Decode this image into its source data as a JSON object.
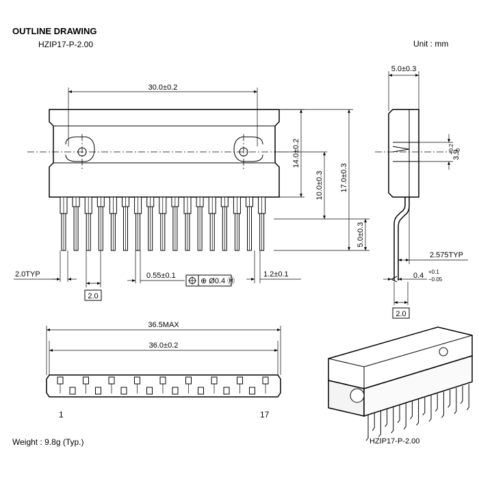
{
  "header": {
    "title": "OUTLINE  DRAWING",
    "package": "HZIP17-P-2.00",
    "unit": "Unit  :  mm"
  },
  "dimensions": {
    "body_width": "30.0±0.2",
    "height_14": "14.0±0.2",
    "height_10": "10.0±0.3",
    "height_17": "17.0±0.3",
    "lead_5": "5.0±0.3",
    "pitch_typ": "2.0TYP",
    "pitch_box": "2.0",
    "lead_width": "0.55±0.1",
    "tolerance_frame": "⊕ Ø0.4 Ⓜ",
    "edge_1_2": "1.2±0.1",
    "side_width": "5.0±0.3",
    "hole_3_9": "3.9",
    "hole_3_9_tol_top": "+0.2",
    "hole_3_9_tol_bot": "−0",
    "lead_offset": "2.575TYP",
    "lead_thickness": "0.4",
    "lead_thickness_tol_top": "+0.1",
    "lead_thickness_tol_bot": "−0.05",
    "side_pitch_box": "2.0",
    "overall_max": "36.5MAX",
    "overall": "36.0±0.2"
  },
  "pins": {
    "first": "1",
    "last": "17"
  },
  "footer": {
    "weight": "Weight  :  9.8g  (Typ.)",
    "iso_caption": "HZIP17-P-2.00"
  }
}
